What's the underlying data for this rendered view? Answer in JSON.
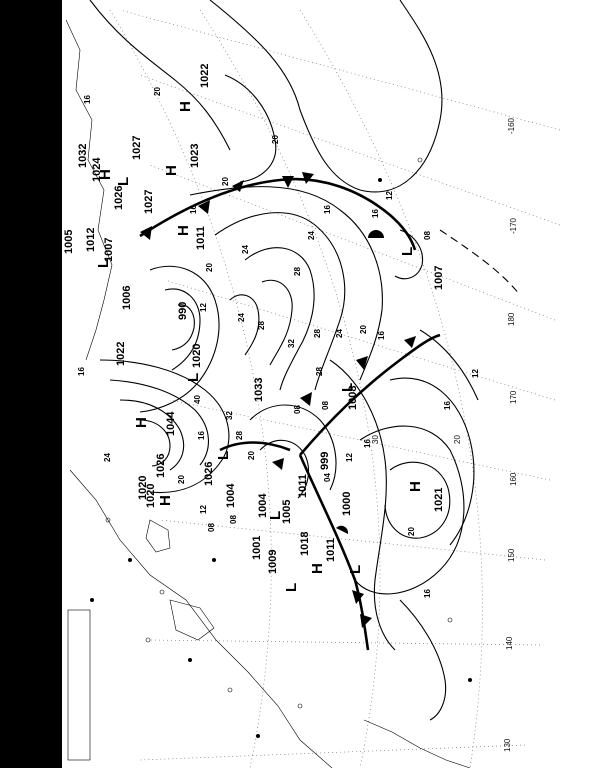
{
  "map": {
    "longitude_labels": [
      {
        "text": "-160"
      },
      {
        "text": "-170"
      },
      {
        "text": "180"
      },
      {
        "text": "170"
      },
      {
        "text": "160"
      },
      {
        "text": "150"
      },
      {
        "text": "140"
      },
      {
        "text": "130"
      }
    ],
    "latitude_labels": [
      {
        "text": "30"
      },
      {
        "text": "20"
      }
    ],
    "pressure_centers": [
      {
        "symbol": "H"
      },
      {
        "symbol": "H"
      },
      {
        "symbol": "H"
      },
      {
        "symbol": "L"
      },
      {
        "symbol": "H"
      },
      {
        "symbol": "L"
      },
      {
        "symbol": "H"
      },
      {
        "symbol": "L"
      },
      {
        "symbol": "L"
      },
      {
        "symbol": "L"
      },
      {
        "symbol": "H"
      },
      {
        "symbol": "L"
      },
      {
        "symbol": "H"
      },
      {
        "symbol": "L"
      },
      {
        "symbol": "H"
      },
      {
        "symbol": "L"
      },
      {
        "symbol": "L"
      }
    ],
    "pressure_values": [
      {
        "text": "1022"
      },
      {
        "text": "1023"
      },
      {
        "text": "1032"
      },
      {
        "text": "1024"
      },
      {
        "text": "1026"
      },
      {
        "text": "1027"
      },
      {
        "text": "1027"
      },
      {
        "text": "1007"
      },
      {
        "text": "1012"
      },
      {
        "text": "1005"
      },
      {
        "text": "1006"
      },
      {
        "text": "1011"
      },
      {
        "text": "990"
      },
      {
        "text": "1022"
      },
      {
        "text": "1020"
      },
      {
        "text": "1033"
      },
      {
        "text": "1044"
      },
      {
        "text": "1026"
      },
      {
        "text": "1020"
      },
      {
        "text": "1026"
      },
      {
        "text": "1004"
      },
      {
        "text": "1004"
      },
      {
        "text": "1005"
      },
      {
        "text": "1011"
      },
      {
        "text": "999"
      },
      {
        "text": "1000"
      },
      {
        "text": "1018"
      },
      {
        "text": "1011"
      },
      {
        "text": "1009"
      },
      {
        "text": "1021"
      },
      {
        "text": "1008"
      },
      {
        "text": "1007"
      },
      {
        "text": "1020"
      },
      {
        "text": "1001"
      }
    ],
    "isobar_labels": [
      {
        "text": "20"
      },
      {
        "text": "20"
      },
      {
        "text": "20"
      },
      {
        "text": "16"
      },
      {
        "text": "16"
      },
      {
        "text": "16"
      },
      {
        "text": "24"
      },
      {
        "text": "28"
      },
      {
        "text": "24"
      },
      {
        "text": "28"
      },
      {
        "text": "24"
      },
      {
        "text": "20"
      },
      {
        "text": "28"
      },
      {
        "text": "32"
      },
      {
        "text": "24"
      },
      {
        "text": "28"
      },
      {
        "text": "20"
      },
      {
        "text": "16"
      },
      {
        "text": "16"
      },
      {
        "text": "12"
      },
      {
        "text": "08"
      },
      {
        "text": "12"
      },
      {
        "text": "16"
      },
      {
        "text": "20"
      },
      {
        "text": "16"
      },
      {
        "text": "08"
      },
      {
        "text": "12"
      },
      {
        "text": "04"
      },
      {
        "text": "08"
      },
      {
        "text": "16"
      },
      {
        "text": "20"
      },
      {
        "text": "16"
      },
      {
        "text": "24"
      },
      {
        "text": "40"
      },
      {
        "text": "32"
      },
      {
        "text": "28"
      },
      {
        "text": "20"
      },
      {
        "text": "12"
      },
      {
        "text": "08"
      },
      {
        "text": "08"
      },
      {
        "text": "16"
      },
      {
        "text": "12"
      }
    ]
  }
}
